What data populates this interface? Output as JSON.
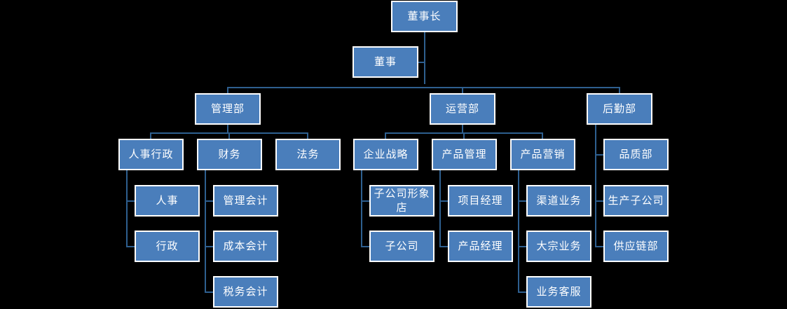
{
  "chart_data": {
    "type": "diagram",
    "title": "",
    "style": {
      "background": "#000000",
      "node_fill": "#4a7ebb",
      "node_border": "#ffffff",
      "node_text": "#ffffff",
      "connector": "#2e5f8f"
    },
    "orientation": "top-down organizational hierarchy",
    "nodes": [
      {
        "id": "n1",
        "label": "董事长",
        "level": 1,
        "parent": null
      },
      {
        "id": "n2",
        "label": "董事",
        "level": 2,
        "parent": "n1"
      },
      {
        "id": "n3",
        "label": "管理部",
        "level": 3,
        "parent": "n2"
      },
      {
        "id": "n4",
        "label": "运营部",
        "level": 3,
        "parent": "n2"
      },
      {
        "id": "n5",
        "label": "后勤部",
        "level": 3,
        "parent": "n2"
      },
      {
        "id": "n6",
        "label": "人事行政",
        "level": 4,
        "parent": "n3"
      },
      {
        "id": "n7",
        "label": "财务",
        "level": 4,
        "parent": "n3"
      },
      {
        "id": "n8",
        "label": "法务",
        "level": 4,
        "parent": "n3"
      },
      {
        "id": "n9",
        "label": "企业战略",
        "level": 4,
        "parent": "n4"
      },
      {
        "id": "n10",
        "label": "产品管理",
        "level": 4,
        "parent": "n4"
      },
      {
        "id": "n11",
        "label": "产品营销",
        "level": 4,
        "parent": "n4"
      },
      {
        "id": "n12",
        "label": "品质部",
        "level": 4,
        "parent": "n5"
      },
      {
        "id": "n13",
        "label": "生产子公司",
        "level": 4,
        "parent": "n5"
      },
      {
        "id": "n14",
        "label": "供应链部",
        "level": 4,
        "parent": "n5"
      },
      {
        "id": "n15",
        "label": "人事",
        "level": 5,
        "parent": "n6"
      },
      {
        "id": "n16",
        "label": "行政",
        "level": 5,
        "parent": "n6"
      },
      {
        "id": "n17",
        "label": "管理会计",
        "level": 5,
        "parent": "n7"
      },
      {
        "id": "n18",
        "label": "成本会计",
        "level": 5,
        "parent": "n7"
      },
      {
        "id": "n19",
        "label": "税务会计",
        "level": 5,
        "parent": "n7"
      },
      {
        "id": "n20",
        "label": "子公司形象店",
        "level": 5,
        "parent": "n9"
      },
      {
        "id": "n21",
        "label": "子公司",
        "level": 5,
        "parent": "n9"
      },
      {
        "id": "n22",
        "label": "项目经理",
        "level": 5,
        "parent": "n10"
      },
      {
        "id": "n23",
        "label": "产品经理",
        "level": 5,
        "parent": "n10"
      },
      {
        "id": "n24",
        "label": "渠道业务",
        "level": 5,
        "parent": "n11"
      },
      {
        "id": "n25",
        "label": "大宗业务",
        "level": 5,
        "parent": "n11"
      },
      {
        "id": "n26",
        "label": "业务客服",
        "level": 5,
        "parent": "n11"
      }
    ]
  },
  "nodes": {
    "chairman": "董事长",
    "director": "董事",
    "management_dept": "管理部",
    "operations_dept": "运营部",
    "logistics_dept": "后勤部",
    "hr_admin": "人事行政",
    "finance": "财务",
    "legal": "法务",
    "corporate_strategy": "企业战略",
    "product_management": "产品管理",
    "product_marketing": "产品营销",
    "quality_dept": "品质部",
    "production_sub": "生产子公司",
    "supply_chain_dept": "供应链部",
    "hr": "人事",
    "admin": "行政",
    "management_accounting": "管理会计",
    "cost_accounting": "成本会计",
    "tax_accounting": "税务会计",
    "subsidiary_flagship": "子公司形象店",
    "subsidiary": "子公司",
    "project_manager": "项目经理",
    "product_manager": "产品经理",
    "channel_business": "渠道业务",
    "bulk_business": "大宗业务",
    "business_support": "业务客服"
  }
}
